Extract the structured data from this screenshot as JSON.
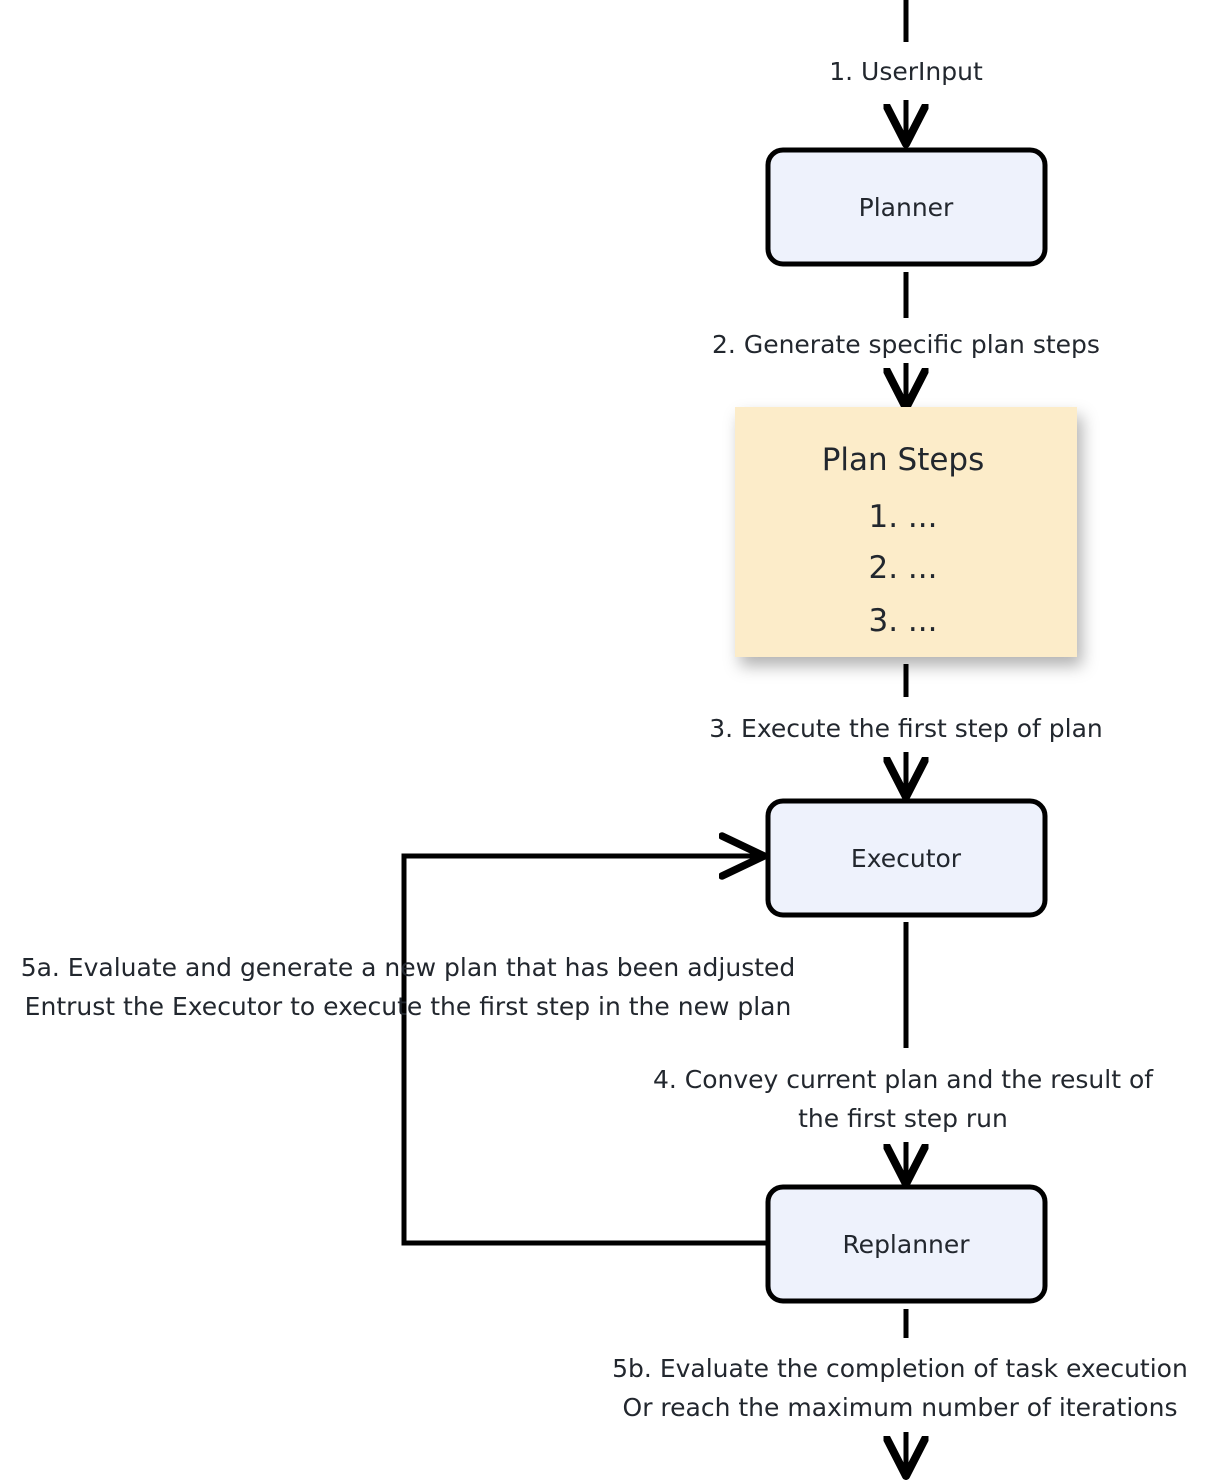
{
  "diagram": {
    "title": "Plan-and-Execute Agent Flow",
    "background_color": "#ffffff",
    "node_fill": "#eef2fc",
    "node_stroke": "#000000",
    "sticky_fill": "#fcecc9",
    "text_color": "#22272e"
  },
  "nodes": {
    "planner": {
      "label": "Planner",
      "shape": "rounded-rect",
      "fill": "#eef2fc"
    },
    "plan_steps": {
      "title": "Plan Steps",
      "shape": "sticky-note",
      "fill": "#fcecc9",
      "items": [
        "1. ...",
        "2. ...",
        "3. ..."
      ]
    },
    "executor": {
      "label": "Executor",
      "shape": "rounded-rect",
      "fill": "#eef2fc"
    },
    "replanner": {
      "label": "Replanner",
      "shape": "rounded-rect",
      "fill": "#eef2fc"
    }
  },
  "edges": {
    "e1": {
      "label": "1. UserInput",
      "from": "input",
      "to": "planner"
    },
    "e2": {
      "label": "2. Generate specific plan steps",
      "from": "planner",
      "to": "plan_steps"
    },
    "e3": {
      "label": "3. Execute the first step of plan",
      "from": "plan_steps",
      "to": "executor"
    },
    "e4": {
      "label_line1": "4. Convey current plan and the result of",
      "label_line2": "the first step run",
      "from": "executor",
      "to": "replanner"
    },
    "e5a": {
      "label_line1": "5a. Evaluate and generate a new plan that has been adjusted",
      "label_line2": "Entrust the Executor to execute the first step in the new plan",
      "from": "replanner",
      "to": "executor"
    },
    "e5b": {
      "label_line1": "5b. Evaluate the completion of task execution",
      "label_line2": "Or reach the maximum number of iterations",
      "from": "replanner",
      "to": "output"
    }
  }
}
